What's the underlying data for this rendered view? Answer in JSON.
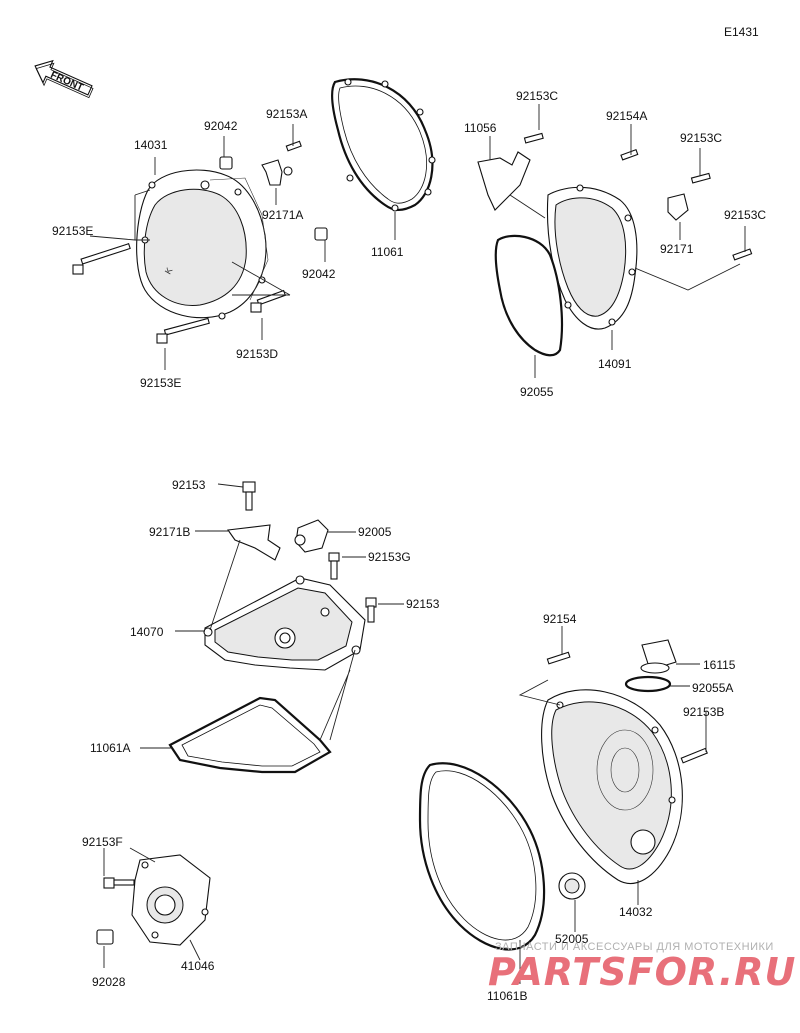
{
  "diagram_code": "E1431",
  "front_arrow": {
    "label": "FRONT"
  },
  "labels": {
    "p14031": "14031",
    "p92042_a": "92042",
    "p92153A": "92153A",
    "p92153E_a": "92153E",
    "p92171A": "92171A",
    "p92042_b": "92042",
    "p11061": "11061",
    "p92153D": "92153D",
    "p92153E_b": "92153E",
    "p11056": "11056",
    "p92153C_a": "92153C",
    "p92154A": "92154A",
    "p92153C_b": "92153C",
    "p92171": "92171",
    "p92153C_c": "92153C",
    "p14091": "14091",
    "p92055": "92055",
    "p92153_a": "92153",
    "p92171B": "92171B",
    "p92005": "92005",
    "p92153G": "92153G",
    "p92153_b": "92153",
    "p14070": "14070",
    "p11061A": "11061A",
    "p92153F": "92153F",
    "p92028": "92028",
    "p41046": "41046",
    "p92154": "92154",
    "p16115": "16115",
    "p92055A": "92055A",
    "p92153B": "92153B",
    "p14032": "14032",
    "p52005": "52005",
    "p11061B": "11061B"
  },
  "watermark": {
    "tagline": "ЗАПЧАСТИ И АКСЕССУАРЫ ДЛЯ МОТОТЕХНИКИ",
    "logo": "PARTSFOR.RU"
  }
}
